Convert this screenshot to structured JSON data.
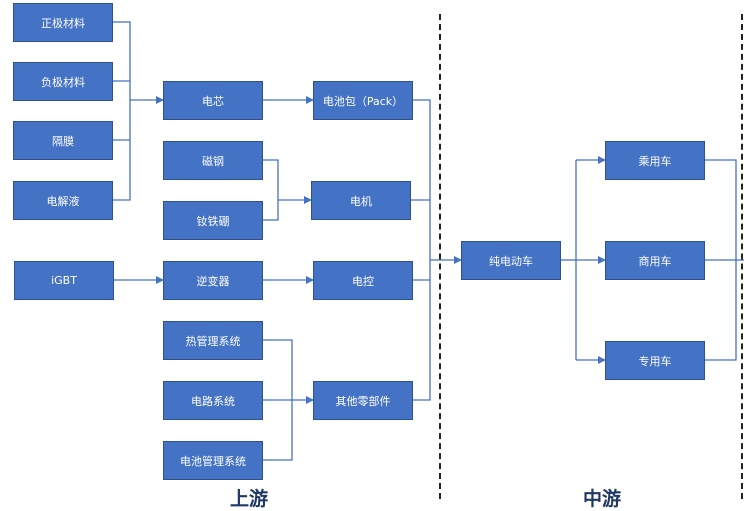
{
  "colors": {
    "box_fill": "#4472C4",
    "box_border": "#2F528F",
    "connector": "#4472C4",
    "box_text": "#ffffff",
    "stage_label": "#1F3864"
  },
  "stages": {
    "upstream": "上游",
    "midstream": "中游"
  },
  "nodes": {
    "cathode": "正极材料",
    "anode": "负极材料",
    "separator": "隔膜",
    "electrolyte": "电解液",
    "cell": "电芯",
    "battery_pack": "电池包（Pack）",
    "magnetic_steel": "磁钢",
    "ndfeb": "钕铁硼",
    "motor": "电机",
    "igbt": "iGBT",
    "inverter": "逆变器",
    "electronic_control": "电控",
    "thermal_mgmt": "热管理系统",
    "circuit_system": "电路系统",
    "bms": "电池管理系统",
    "other_parts": "其他零部件",
    "bev": "纯电动车",
    "passenger_car": "乘用车",
    "commercial_vehicle": "商用车",
    "special_vehicle": "专用车"
  }
}
